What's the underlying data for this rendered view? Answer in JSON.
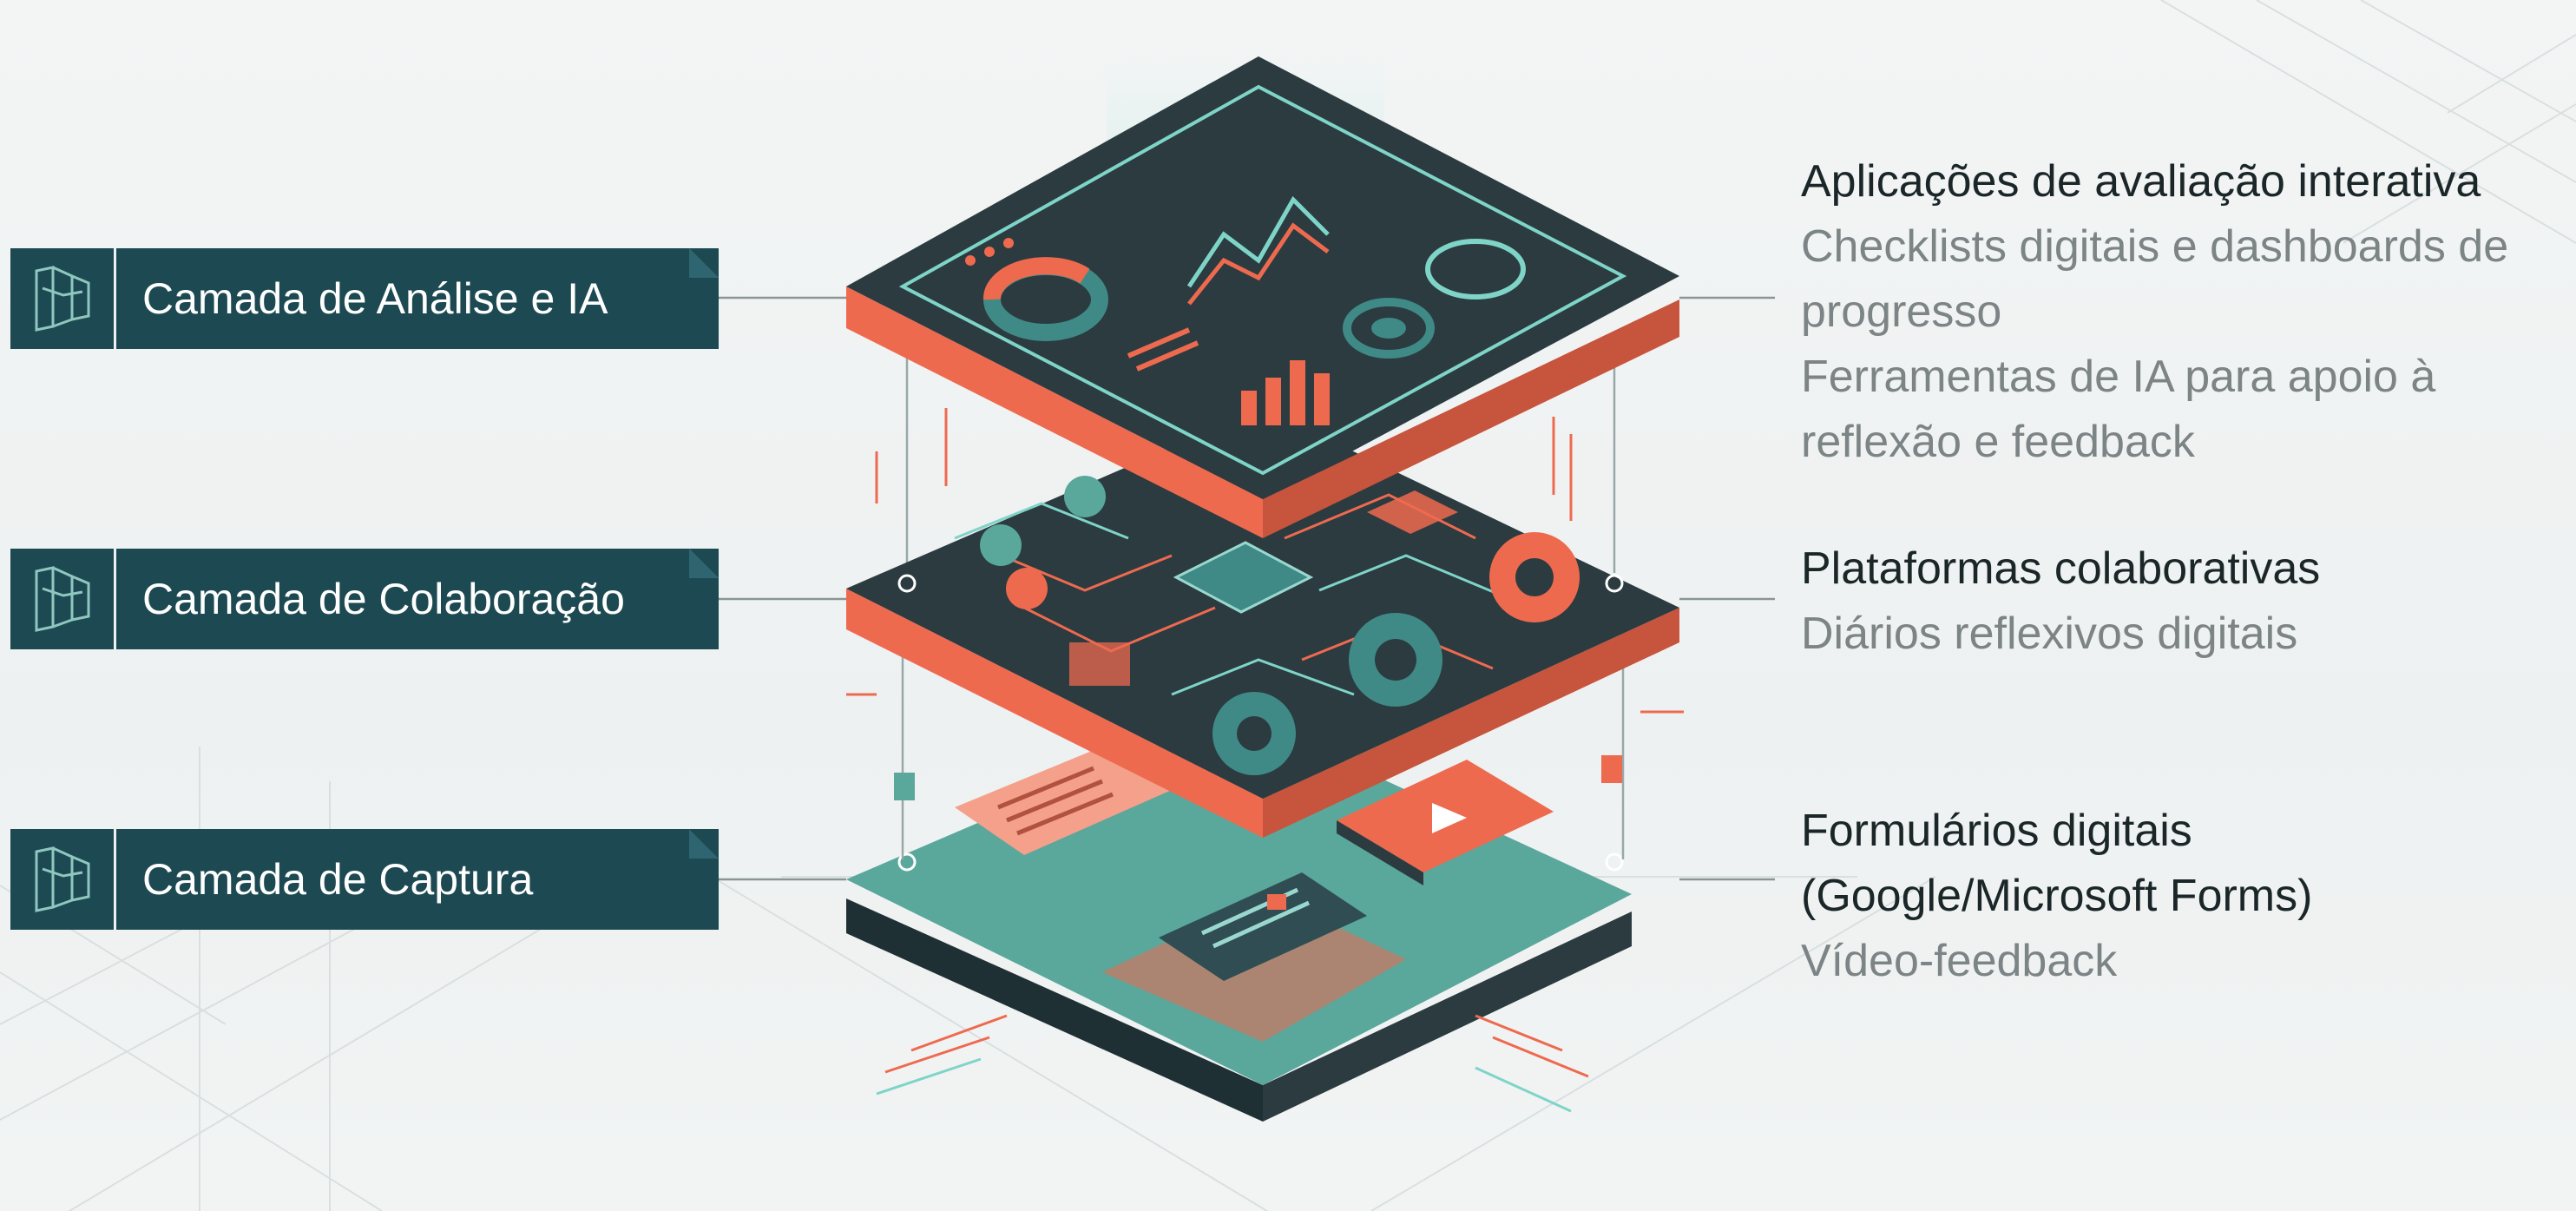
{
  "layers": [
    {
      "label": "Camada de Análise e IA"
    },
    {
      "label": "Camada de Colaboração"
    },
    {
      "label": "Camada de Captura"
    }
  ],
  "descriptions": {
    "analysis": {
      "heading": "Aplicações de avaliação interativa",
      "line1": "Checklists digitais e dashboards de",
      "line2": "progresso",
      "line3": "Ferramentas de IA para apoio à",
      "line4": "reflexão e feedback"
    },
    "collaboration": {
      "heading": "Plataformas colaborativas",
      "line1": "Diários reflexivos digitais"
    },
    "capture": {
      "heading1": "Formulários digitais",
      "heading2": "(Google/Microsoft Forms)",
      "line1": "Vídeo-feedback"
    }
  },
  "colors": {
    "teal_dark": "#1d4a52",
    "teal_mid": "#3f8a86",
    "teal_light": "#7fd4c8",
    "coral": "#ee6a4f",
    "ink": "#1b2628",
    "muted": "#7c8486"
  },
  "icons": [
    "layer-stack-icon",
    "donut-chart-icon",
    "line-chart-icon",
    "bar-chart-icon",
    "gear-icon",
    "chip-icon",
    "document-icon",
    "video-play-icon"
  ]
}
